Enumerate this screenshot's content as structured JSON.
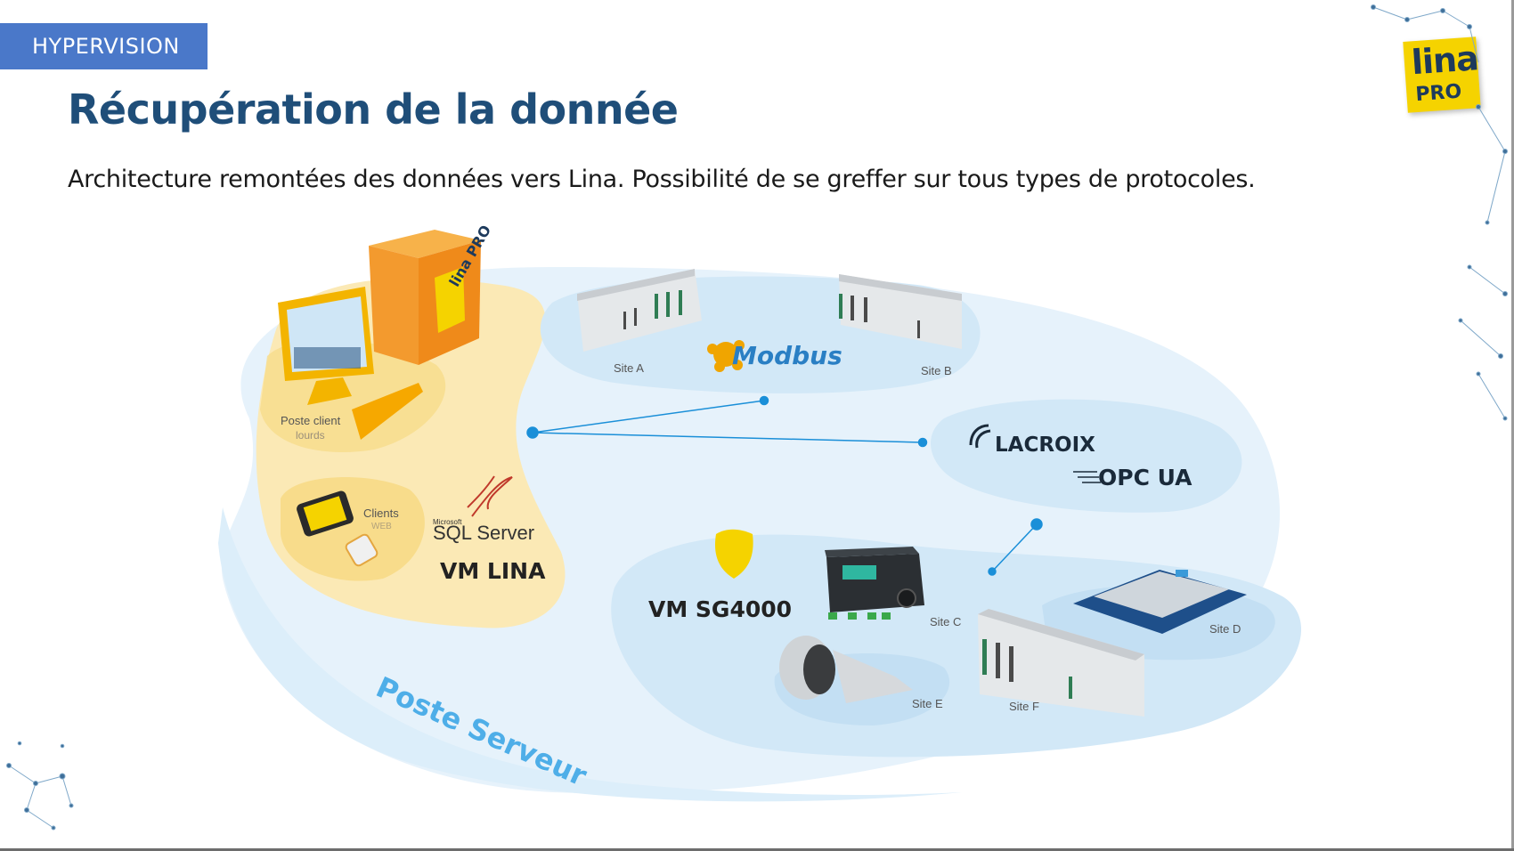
{
  "header": {
    "tag": "HYPERVISION",
    "title": "Récupération de la donnée",
    "subtitle": "Architecture remontées des données vers Lina. Possibilité de se greffer sur tous types de protocoles."
  },
  "logo": {
    "line1": "lina",
    "line2": "PRO"
  },
  "diagram": {
    "poste_serveur": "Poste Serveur",
    "poste_client": "Poste client",
    "poste_client_sub": "lourds",
    "clients": "Clients",
    "clients_sub": "WEB",
    "sql_small": "Microsoft",
    "sql_server": "SQL Server",
    "vm_lina": "VM LINA",
    "vm_sg4000": "VM SG4000",
    "modbus": "Modbus",
    "lacroix": "LACROIX",
    "opcua": "OPC UA",
    "sites": {
      "a": "Site A",
      "b": "Site B",
      "c": "Site C",
      "d": "Site D",
      "e": "Site E",
      "f": "Site F"
    },
    "box_label": "lina PRO"
  },
  "colors": {
    "tag_bg": "#4a78c9",
    "title": "#1f4e79",
    "blob_outer": "#e6f2fb",
    "blob_inner": "#d2e8f7",
    "blob_yellow": "#fbe9b5",
    "accent_blue": "#1a8fd8"
  }
}
